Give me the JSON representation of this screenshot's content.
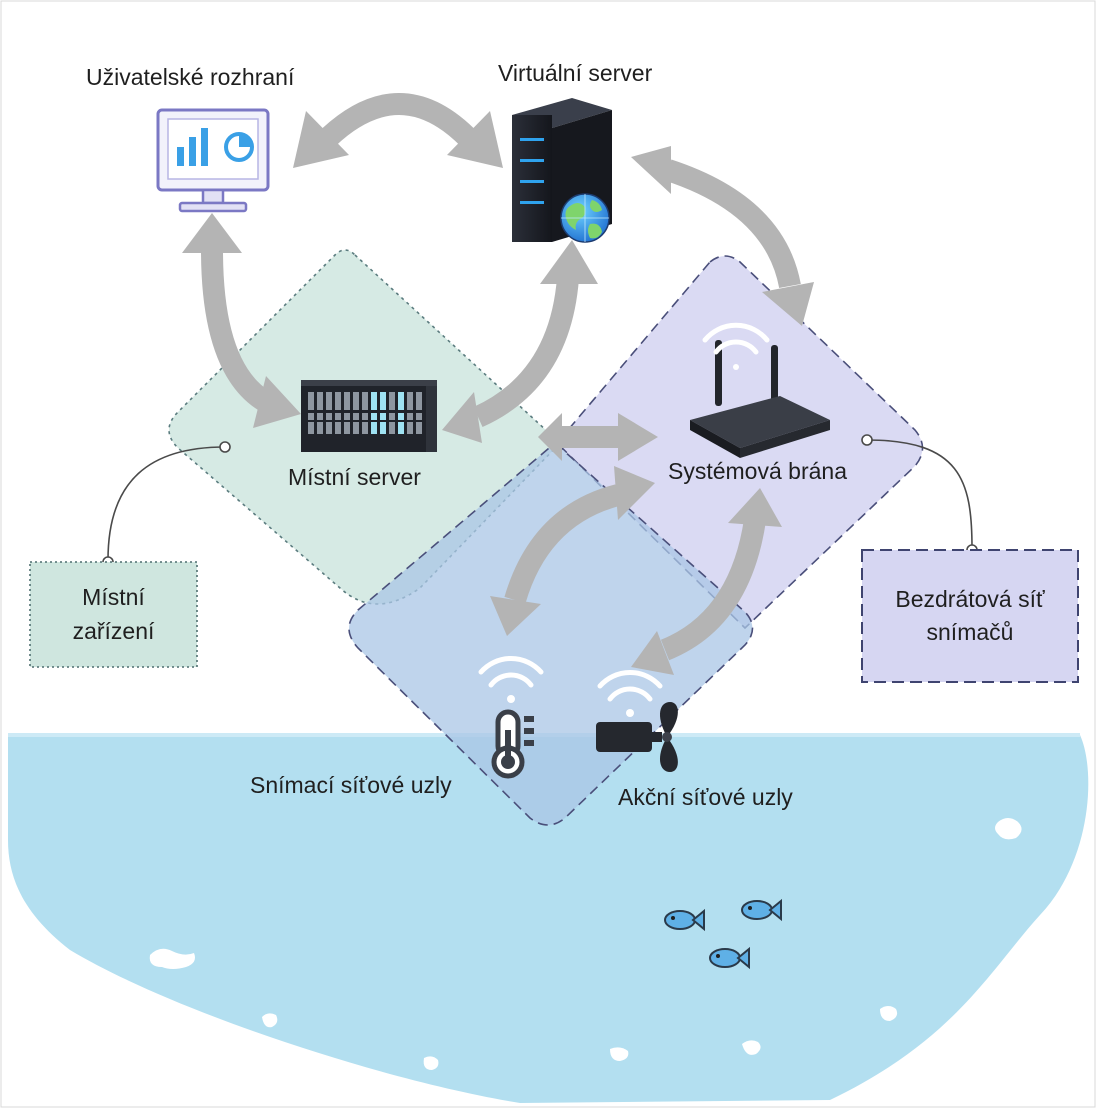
{
  "labels": {
    "user_interface": "Uživatelské rozhraní",
    "virtual_server": "Virtuální server",
    "local_server": "Místní server",
    "system_gateway": "Systémová brána",
    "sensing_nodes": "Snímací síťové uzly",
    "action_nodes": "Akční síťové uzly"
  },
  "callouts": {
    "local_devices": {
      "line1": "Místní",
      "line2": "zařízení"
    },
    "wireless_sensor_network": {
      "line1": "Bezdrátová síť",
      "line2": "snímačů"
    }
  },
  "colors": {
    "local_zone_fill": "#cfe6df",
    "wireless_zone_fill": "#d6d6f2",
    "sensor_zone_fill": "#b7cfe6",
    "water": "#b3dff0",
    "arrow": "#b4b4b4",
    "monitor_outline": "#7b78c4",
    "chart_blue": "#3aa0e6",
    "server_dark": "#1e2129",
    "server_accent": "#2fa3ee"
  },
  "icons": [
    "monitor-chart-icon",
    "virtual-server-globe-icon",
    "rack-server-icon",
    "router-icon",
    "wifi-icon",
    "thermometer-sensor-icon",
    "propeller-actuator-icon",
    "fish-icon"
  ]
}
